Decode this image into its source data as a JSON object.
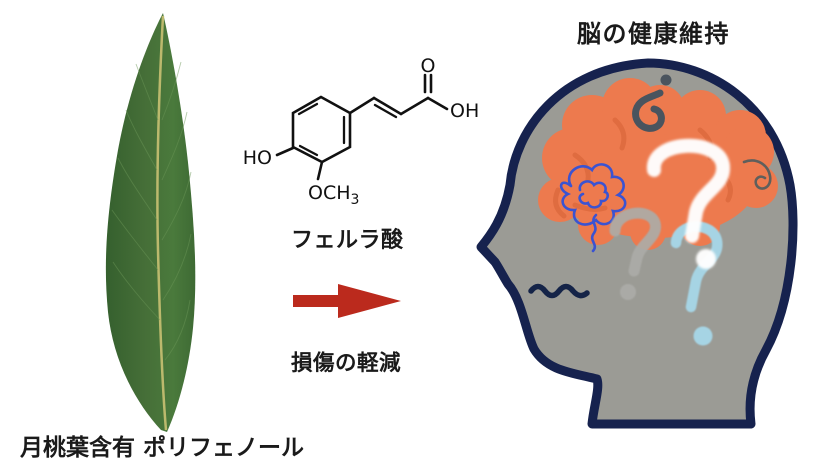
{
  "figure": {
    "leaf_caption": "月桃葉含有 ポリフェノール",
    "molecule": {
      "name": "フェルラ酸",
      "labels": {
        "hydroxyl_left": "HO",
        "carbonyl_o": "O",
        "hydroxyl_right": "OH",
        "methoxy": "OCH",
        "methoxy_sub": "3"
      }
    },
    "arrow": {
      "caption": "損傷の軽減"
    },
    "head": {
      "title": "脳の健康維持"
    }
  },
  "icons": {
    "leaf": "shell-ginger-leaf-photo",
    "molecule": "ferulic-acid-skeletal-structure",
    "arrow": "red-right-arrow",
    "head": "human-head-profile-silhouette",
    "brain": "orange-brain",
    "question_marks": [
      "inverted-dark-question-mark",
      "large-white-question-mark",
      "gray-question-mark",
      "light-blue-question-mark"
    ],
    "scribble": "blue-tangle-scribble",
    "eye": "wavy-closed-eye-line",
    "hook": "gray-hook-squiggle"
  },
  "colors": {
    "background": "#FFFFFF",
    "text": "#1A1A1A",
    "bond_black": "#111111",
    "arrow_red": "#BB2A1D",
    "head_fill_gray": "#9B9B95",
    "head_outline_navy": "#16224E",
    "brain_orange": "#ED7A4E",
    "brain_crease_orange": "#DD6A3E",
    "question_mark_white": "#FFFFFF",
    "question_mark_gray": "#ACACA8",
    "question_mark_light_blue": "#A6D4E4",
    "inverted_question_mark_slate": "#4A545E",
    "scribble_blue": "#3A53D2",
    "eye_navy": "#152448",
    "leaf_green_dark": "#35602E",
    "leaf_green_light": "#4A7A3C",
    "leaf_midrib_yellow": "#C9C173"
  }
}
